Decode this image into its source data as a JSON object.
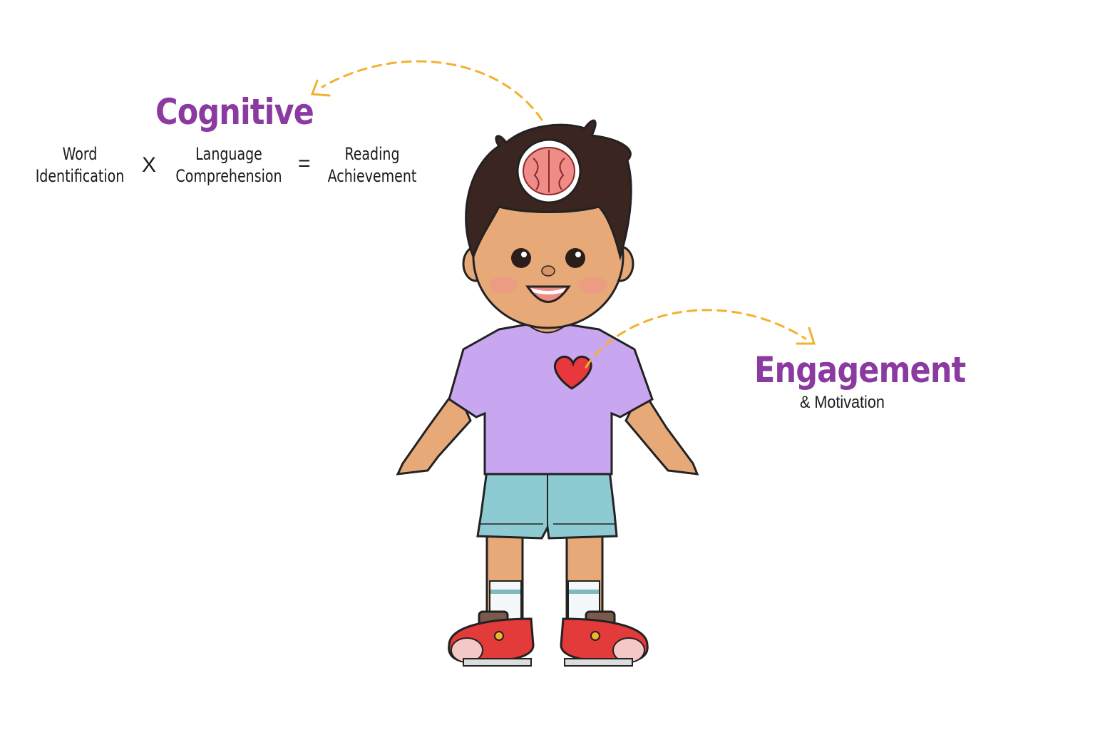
{
  "cognitive": {
    "title": "Cognitive",
    "equation": {
      "term1": {
        "line1": "Word",
        "line2": "Identification"
      },
      "operator1": "X",
      "term2": {
        "line1": "Language",
        "line2": "Comprehension"
      },
      "operator2": "=",
      "result": {
        "line1": "Reading",
        "line2": "Achievement"
      }
    }
  },
  "engagement": {
    "title": "Engagement",
    "subtitle": "& Motivation"
  },
  "illustration": {
    "subject": "child-figure",
    "brain_icon": "brain-icon",
    "heart_icon": "heart-icon"
  },
  "colors": {
    "heading_purple": "#8a3aa0",
    "arrow_orange": "#f5b02e",
    "shirt_lavender": "#c9a6f0",
    "shorts_teal": "#8ecad2",
    "shoe_red": "#e53b3b",
    "hair_brown": "#3a2520",
    "skin": "#e8a979",
    "heart_red": "#e8383d"
  }
}
